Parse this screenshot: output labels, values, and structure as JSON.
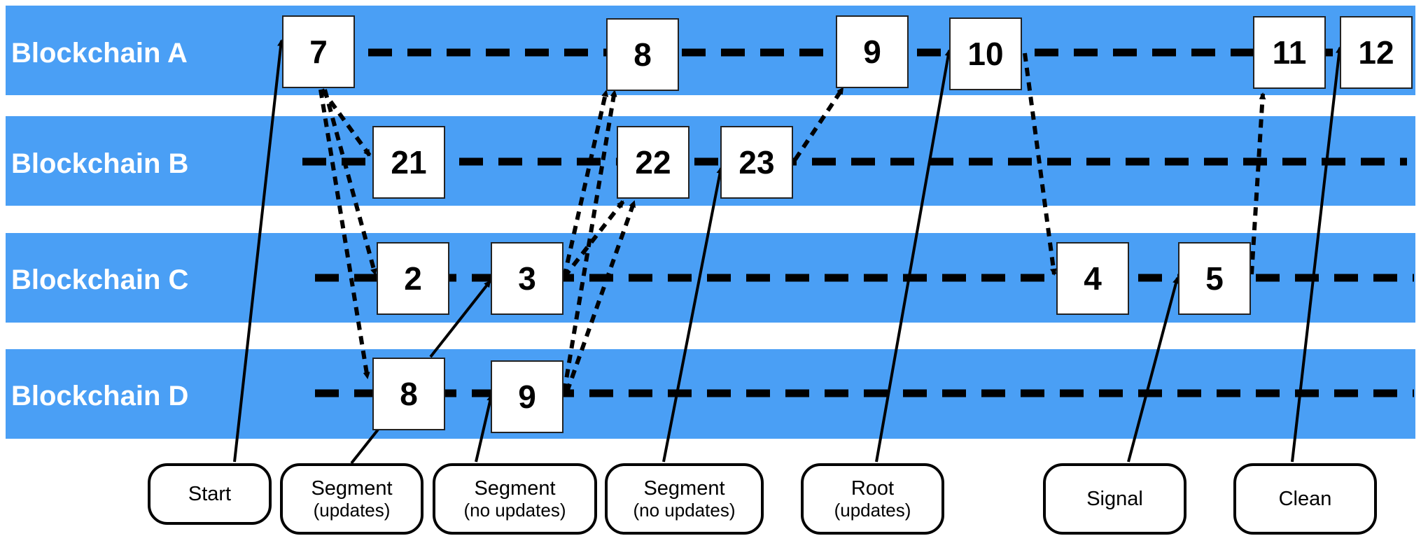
{
  "colors": {
    "lane": "#4a9ff5",
    "lane_label": "#ffffff",
    "line": "#000000"
  },
  "lanes": [
    {
      "label": "Blockchain A"
    },
    {
      "label": "Blockchain B"
    },
    {
      "label": "Blockchain C"
    },
    {
      "label": "Blockchain D"
    }
  ],
  "blocks": [
    {
      "lane": "A",
      "number": "7"
    },
    {
      "lane": "A",
      "number": "8"
    },
    {
      "lane": "A",
      "number": "9"
    },
    {
      "lane": "A",
      "number": "10"
    },
    {
      "lane": "A",
      "number": "11"
    },
    {
      "lane": "A",
      "number": "12"
    },
    {
      "lane": "B",
      "number": "21"
    },
    {
      "lane": "B",
      "number": "22"
    },
    {
      "lane": "B",
      "number": "23"
    },
    {
      "lane": "C",
      "number": "2"
    },
    {
      "lane": "C",
      "number": "3"
    },
    {
      "lane": "C",
      "number": "4"
    },
    {
      "lane": "C",
      "number": "5"
    },
    {
      "lane": "D",
      "number": "8"
    },
    {
      "lane": "D",
      "number": "9"
    }
  ],
  "callouts": [
    {
      "label": "Start",
      "sublabel": ""
    },
    {
      "label": "Segment",
      "sublabel": "(updates)"
    },
    {
      "label": "Segment",
      "sublabel": "(no updates)"
    },
    {
      "label": "Segment",
      "sublabel": "(no updates)"
    },
    {
      "label": "Root",
      "sublabel": "(updates)"
    },
    {
      "label": "Signal",
      "sublabel": ""
    },
    {
      "label": "Clean",
      "sublabel": ""
    }
  ]
}
